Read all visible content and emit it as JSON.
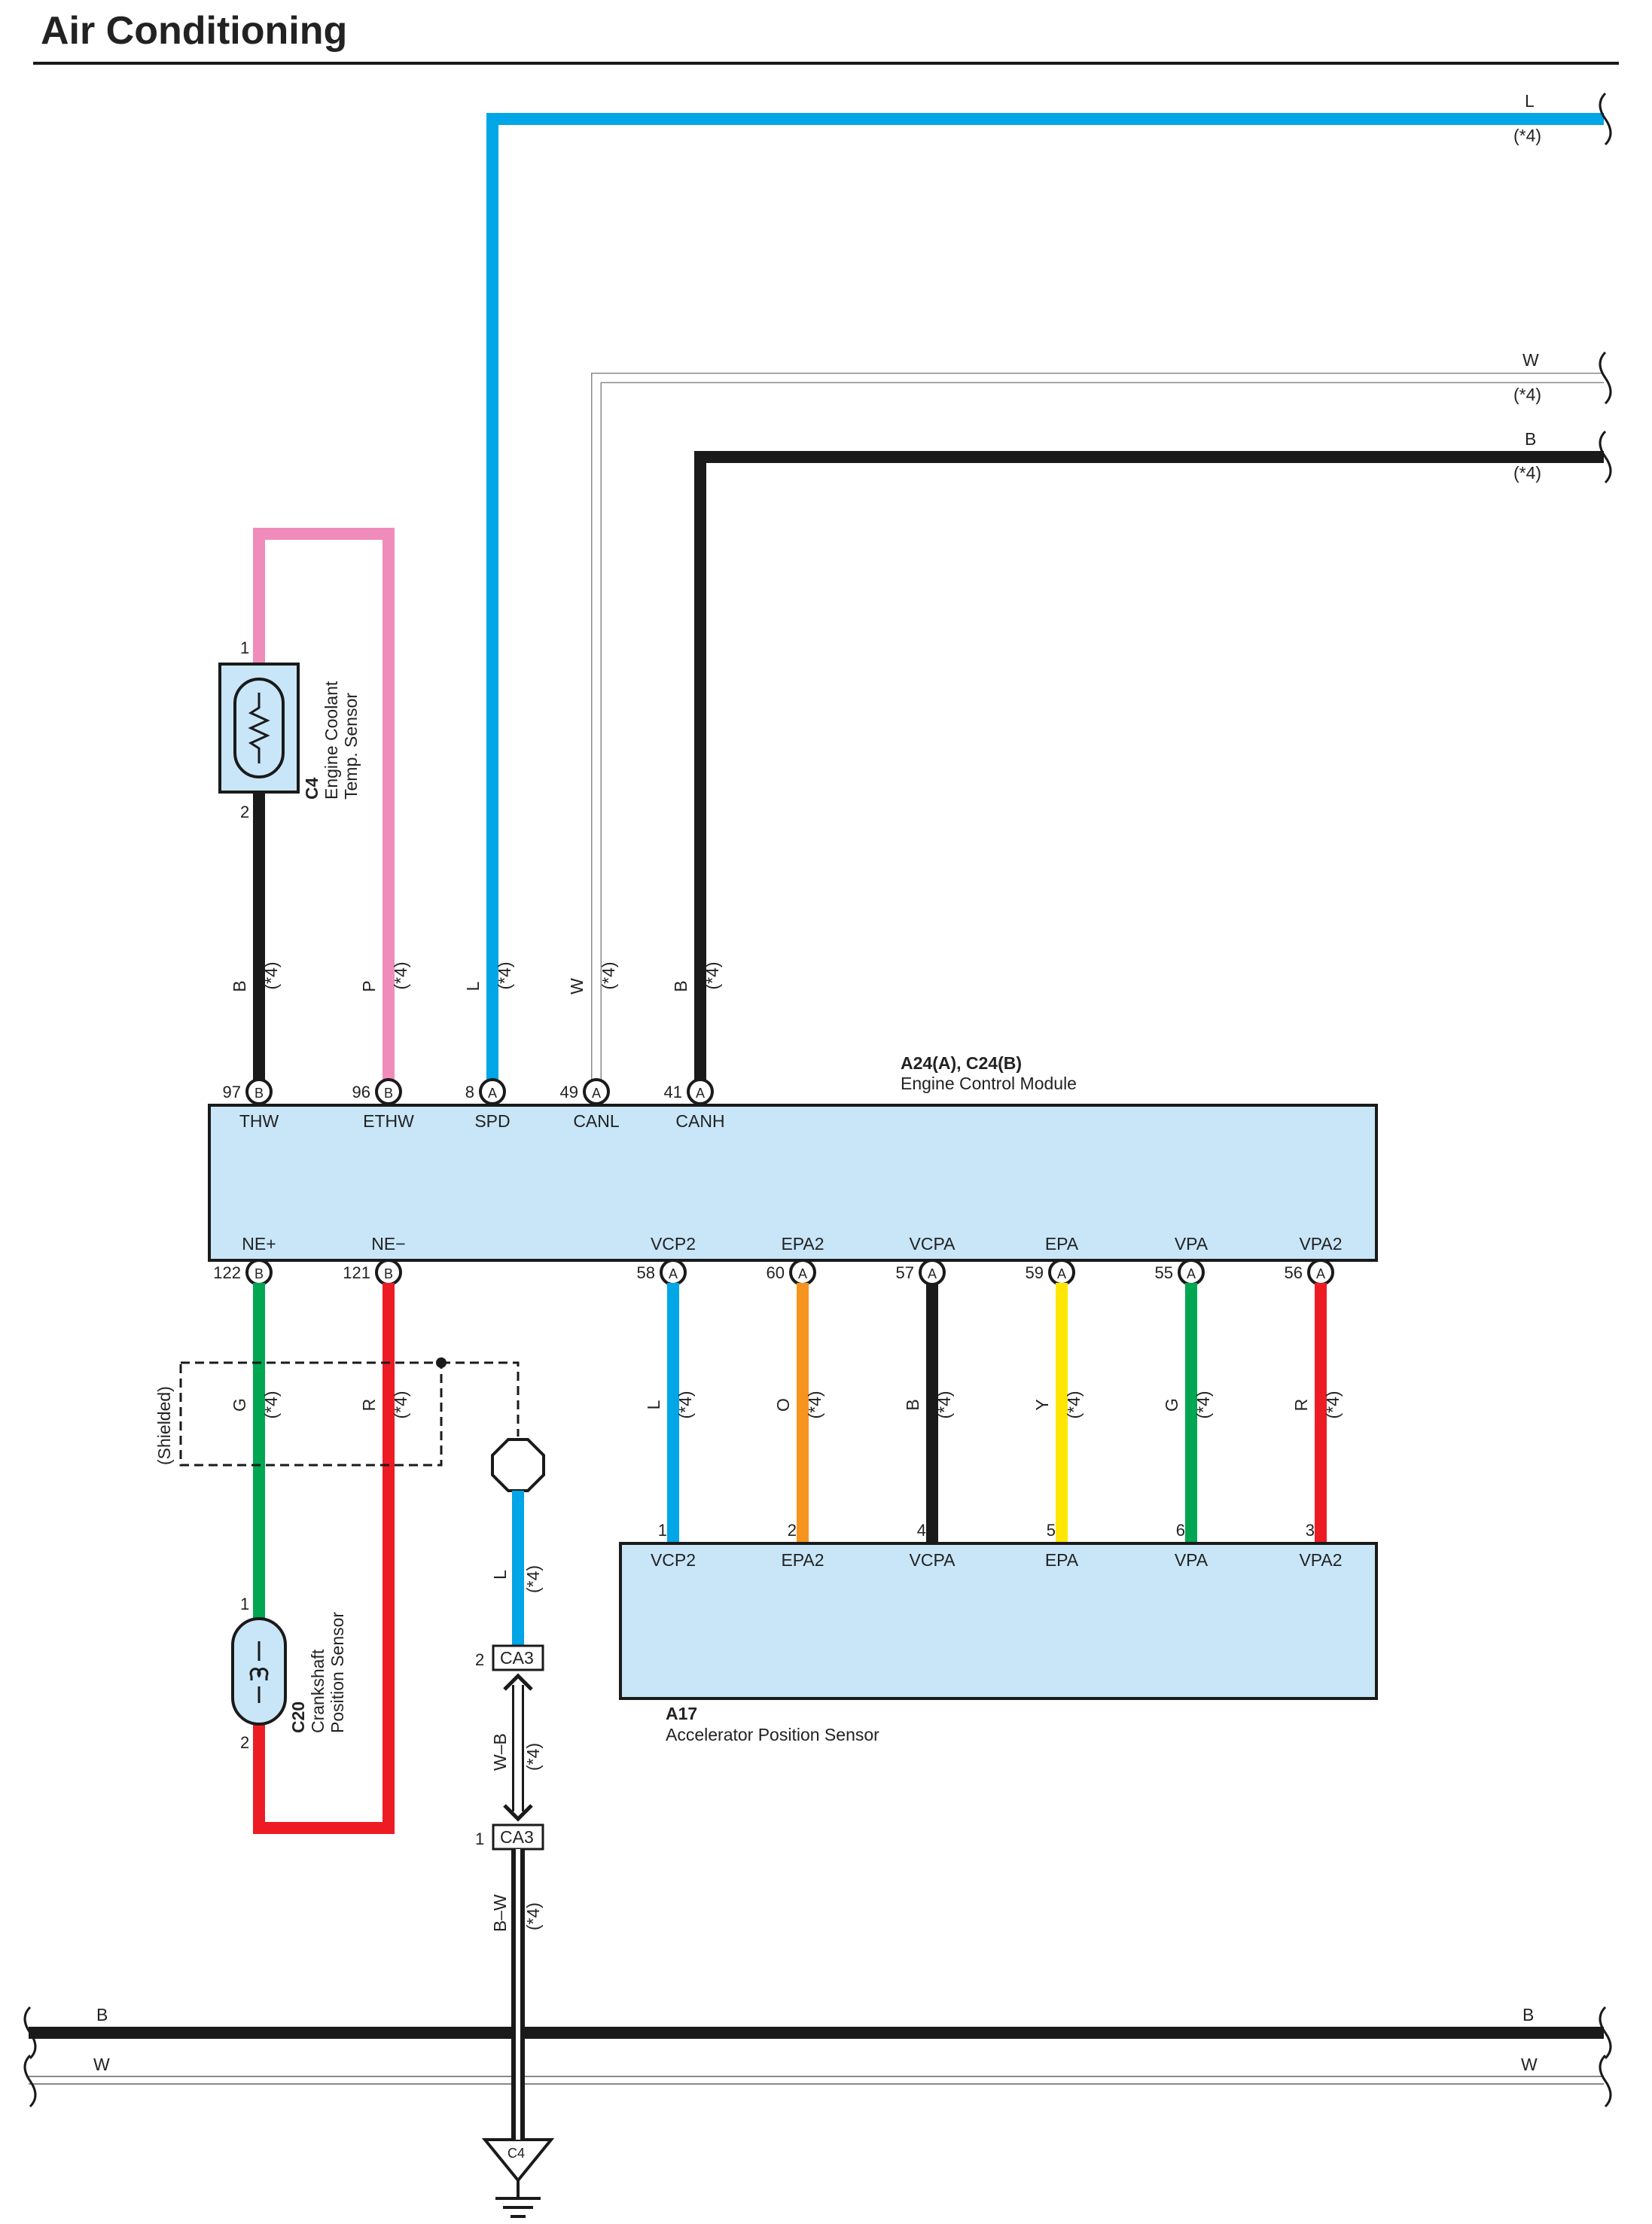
{
  "title": "Air Conditioning",
  "colors": {
    "L": "#00a6e6",
    "P": "#f08cbc",
    "B": "#1a1a1a",
    "W": "#ffffff",
    "G": "#00a651",
    "R": "#ed1c24",
    "O": "#f7941d",
    "Y": "#ffe600",
    "module_fill": "#c8e6f8"
  },
  "ecm": {
    "ref": "A24(A), C24(B)",
    "name": "Engine Control Module",
    "top_pins": [
      {
        "num": "97",
        "conn": "B",
        "label": "THW",
        "wire": "B",
        "opt": "(*4)"
      },
      {
        "num": "96",
        "conn": "B",
        "label": "ETHW",
        "wire": "P",
        "opt": "(*4)"
      },
      {
        "num": "8",
        "conn": "A",
        "label": "SPD",
        "wire": "L",
        "opt": "(*4)"
      },
      {
        "num": "49",
        "conn": "A",
        "label": "CANL",
        "wire": "W",
        "opt": "(*4)"
      },
      {
        "num": "41",
        "conn": "A",
        "label": "CANH",
        "wire": "B",
        "opt": "(*4)"
      }
    ],
    "bottom_pins": [
      {
        "num": "122",
        "conn": "B",
        "label": "NE+",
        "wire": "G",
        "opt": "(*4)"
      },
      {
        "num": "121",
        "conn": "B",
        "label": "NE−",
        "wire": "R",
        "opt": "(*4)"
      },
      {
        "num": "58",
        "conn": "A",
        "label": "VCP2",
        "wire": "L",
        "opt": "(*4)"
      },
      {
        "num": "60",
        "conn": "A",
        "label": "EPA2",
        "wire": "O",
        "opt": "(*4)"
      },
      {
        "num": "57",
        "conn": "A",
        "label": "VCPA",
        "wire": "B",
        "opt": "(*4)"
      },
      {
        "num": "59",
        "conn": "A",
        "label": "EPA",
        "wire": "Y",
        "opt": "(*4)"
      },
      {
        "num": "55",
        "conn": "A",
        "label": "VPA",
        "wire": "G",
        "opt": "(*4)"
      },
      {
        "num": "56",
        "conn": "A",
        "label": "VPA2",
        "wire": "R",
        "opt": "(*4)"
      }
    ]
  },
  "right_wires": [
    {
      "color": "L",
      "opt": "(*4)"
    },
    {
      "color": "W",
      "opt": "(*4)"
    },
    {
      "color": "B",
      "opt": "(*4)"
    }
  ],
  "coolant_sensor": {
    "ref": "C4",
    "line1": "Engine Coolant",
    "line2": "Temp.  Sensor",
    "pin_top": "1",
    "pin_bottom": "2"
  },
  "crank_sensor": {
    "ref": "C20",
    "line1": "Crankshaft",
    "line2": "Position Sensor",
    "pin_top": "1",
    "pin_bottom": "2"
  },
  "shielded": "(Shielded)",
  "accel_sensor": {
    "ref": "A17",
    "name": "Accelerator Position Sensor",
    "pins": [
      {
        "num": "1",
        "label": "VCP2"
      },
      {
        "num": "2",
        "label": "EPA2"
      },
      {
        "num": "4",
        "label": "VCPA"
      },
      {
        "num": "5",
        "label": "EPA"
      },
      {
        "num": "6",
        "label": "VPA"
      },
      {
        "num": "3",
        "label": "VPA2"
      }
    ]
  },
  "ground_path": {
    "shield_wire": "L",
    "shield_opt": "(*4)",
    "connector": "CA3",
    "pin_upper": "2",
    "pin_lower": "1",
    "mid_wire": "W–B",
    "mid_opt": "(*4)",
    "lower_wire": "B–W",
    "lower_opt": "(*4)",
    "ground_ref": "C4"
  },
  "bus_lines": [
    {
      "left": "B",
      "right": "B"
    },
    {
      "left": "W",
      "right": "W"
    }
  ]
}
